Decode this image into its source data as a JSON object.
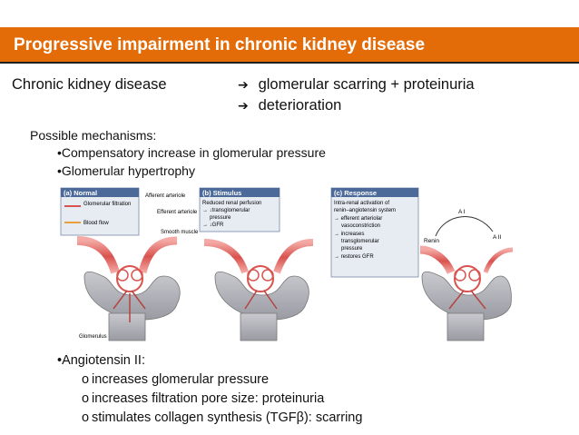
{
  "slide": {
    "title": "Progressive impairment in chronic kidney disease",
    "accent_color": "#e36c09",
    "ckd_label": "Chronic kidney disease",
    "arrow_icon": "arrow-right-icon",
    "arrow_glyph": "➔",
    "results": [
      "glomerular scarring + proteinuria",
      "deterioration"
    ],
    "mechanisms_heading": "Possible mechanisms:",
    "mechanisms": [
      "•Compensatory increase in glomerular pressure",
      "•Glomerular hypertrophy"
    ],
    "angiotensin_heading": "•Angiotensin II:",
    "angiotensin_marker": "o",
    "angiotensin_effects": [
      "increases glomerular pressure",
      "increases filtration pore size: proteinuria",
      "stimulates collagen synthesis (TGFβ): scarring"
    ]
  },
  "figure": {
    "panel_a": {
      "title": "(a) Normal",
      "legend": [
        "Glomerular filtration",
        "Blood flow"
      ],
      "labels": [
        "Afferent arteriole",
        "Efferent arteriole",
        "Smooth muscle",
        "Glomerulus"
      ]
    },
    "panel_b": {
      "title": "(b) Stimulus",
      "lines": [
        "Reduced renal perfusion",
        "→ ↓transglomerular",
        "pressure",
        "→ ↓GFR"
      ]
    },
    "panel_c": {
      "title": "(c) Response",
      "lines": [
        "Intra-renal activation of",
        "renin–angiotensin system",
        "→ efferent arteriolar",
        "vasoconstriction",
        "→ increases",
        "transglomerular",
        "pressure",
        "→ restores GFR"
      ],
      "labels": [
        "Renin",
        "A I",
        "A II"
      ]
    }
  }
}
